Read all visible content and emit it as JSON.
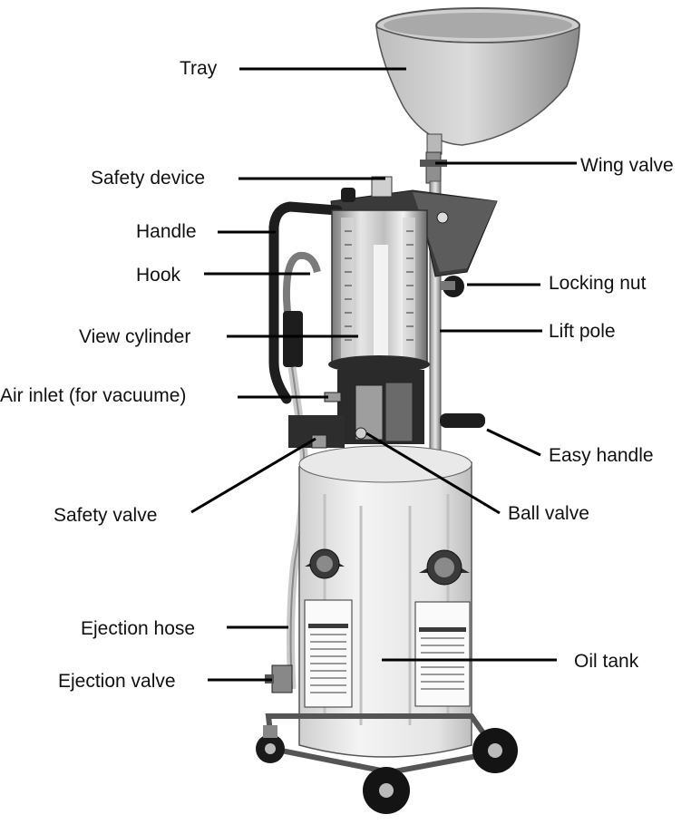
{
  "diagram": {
    "callouts": [
      {
        "id": "tray",
        "label": "Tray"
      },
      {
        "id": "wing-valve",
        "label": "Wing valve"
      },
      {
        "id": "safety-device",
        "label": "Safety device"
      },
      {
        "id": "handle",
        "label": "Handle"
      },
      {
        "id": "hook",
        "label": "Hook"
      },
      {
        "id": "locking-nut",
        "label": "Locking nut"
      },
      {
        "id": "view-cylinder",
        "label": "View cylinder"
      },
      {
        "id": "lift-pole",
        "label": "Lift pole"
      },
      {
        "id": "air-inlet",
        "label": "Air inlet (for vacuume)"
      },
      {
        "id": "easy-handle",
        "label": "Easy handle"
      },
      {
        "id": "safety-valve",
        "label": "Safety valve"
      },
      {
        "id": "ball-valve",
        "label": "Ball valve"
      },
      {
        "id": "ejection-hose",
        "label": "Ejection hose"
      },
      {
        "id": "oil-tank",
        "label": "Oil tank"
      },
      {
        "id": "ejection-valve",
        "label": "Ejection valve"
      }
    ]
  },
  "colors": {
    "background": "#ffffff",
    "label_text": "#111111",
    "leader_line": "#000000",
    "metal_light": "#d9d9d9",
    "metal_mid": "#9a9a9a",
    "metal_dark": "#2a2a2a",
    "tank_body": "#ececec"
  }
}
